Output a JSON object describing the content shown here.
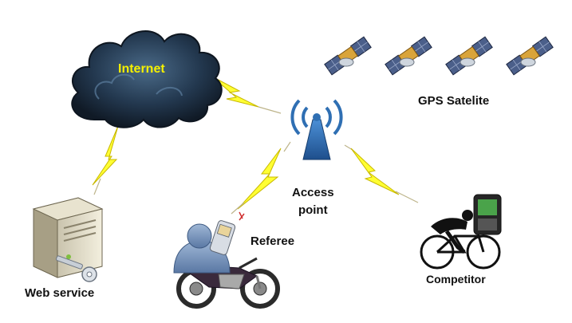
{
  "labels": {
    "internet": "Internet",
    "gps": "GPS Satelite",
    "access_line1": "Access",
    "access_line2": "point",
    "referee": "Referee",
    "competitor": "Competitor",
    "web_service": "Web service"
  },
  "icons": [
    "cloud-icon",
    "satellite-icon",
    "wifi-antenna-icon",
    "server-icon",
    "key-icon",
    "person-icon",
    "phone-icon",
    "motorcycle-icon",
    "cyclist-icon",
    "smartphone-icon",
    "lightning-bolt-icon"
  ],
  "colors": {
    "cloud": "#23384f",
    "internet_text": "#f5f000",
    "antenna": "#2f6fb3",
    "bolt": "#ffff33",
    "bolt_edge": "#c8b800",
    "person": "#6f8fb8"
  }
}
